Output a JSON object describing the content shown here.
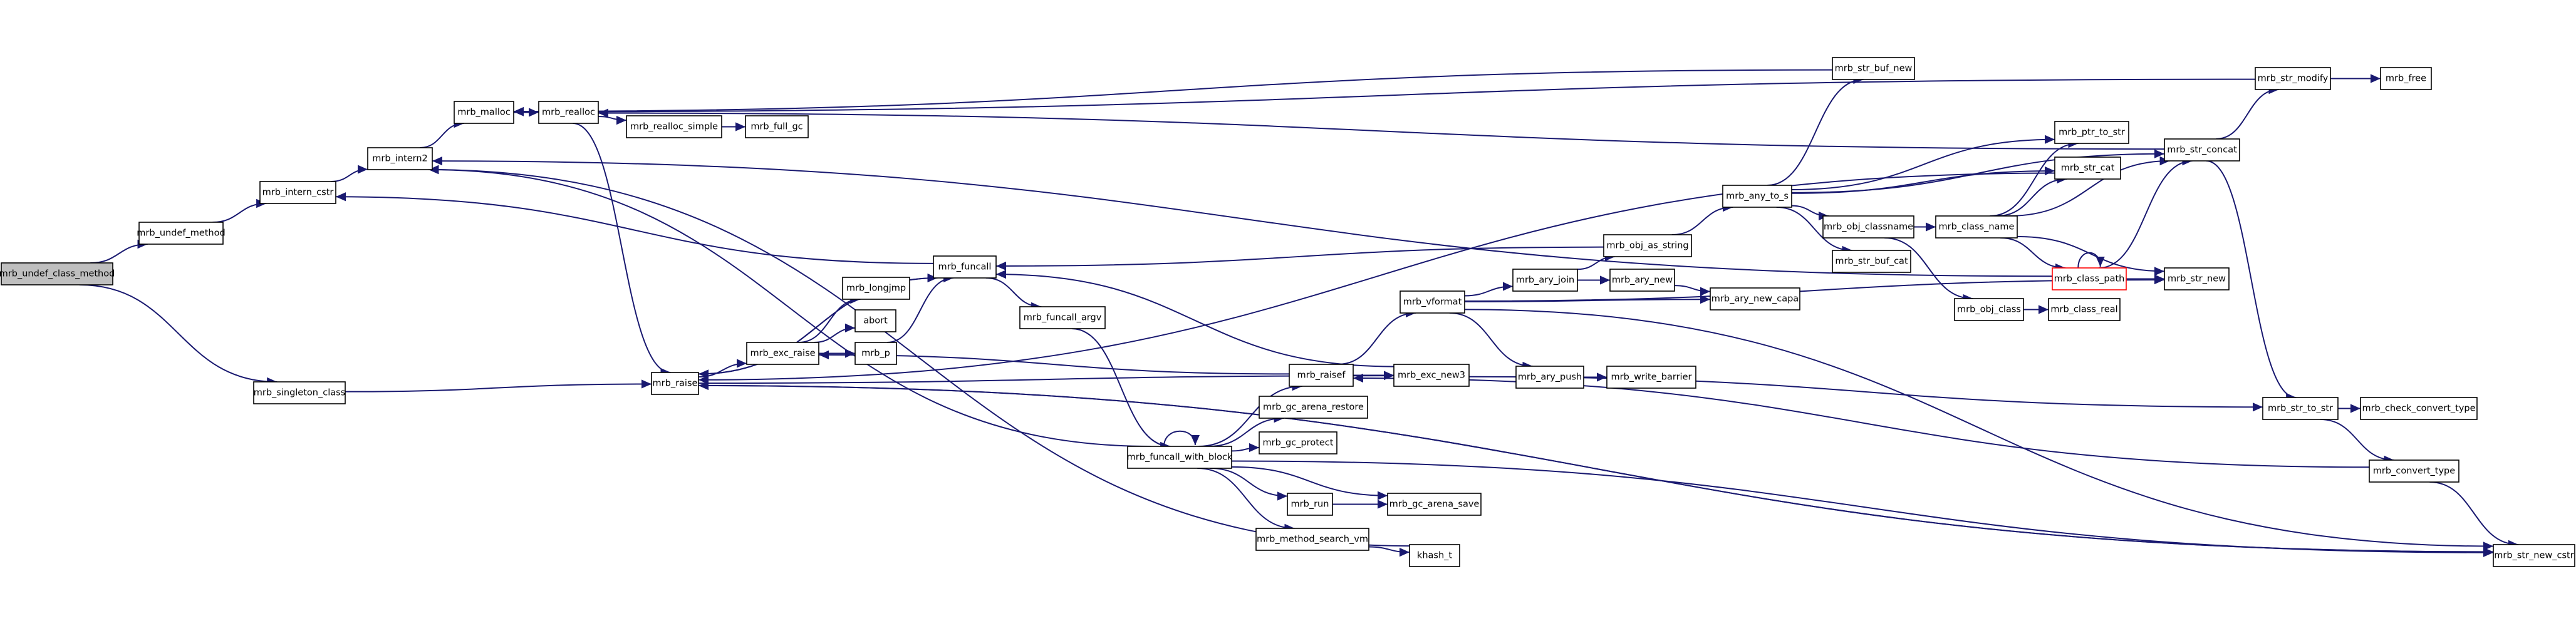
{
  "diagram": {
    "type": "call-graph",
    "colors": {
      "edge": "#191970",
      "node_border": "#000000",
      "root_fill": "#bfbfbf",
      "flagged_border": "#ff0000",
      "background": "#ffffff"
    },
    "nodes": [
      {
        "id": "mrb_undef_class_method",
        "label": "mrb_undef_class_method",
        "root": true
      },
      {
        "id": "mrb_undef_method",
        "label": "mrb_undef_method"
      },
      {
        "id": "mrb_singleton_class",
        "label": "mrb_singleton_class"
      },
      {
        "id": "mrb_intern_cstr",
        "label": "mrb_intern_cstr"
      },
      {
        "id": "mrb_raise",
        "label": "mrb_raise"
      },
      {
        "id": "mrb_intern2",
        "label": "mrb_intern2"
      },
      {
        "id": "mrb_malloc",
        "label": "mrb_malloc"
      },
      {
        "id": "mrb_realloc",
        "label": "mrb_realloc"
      },
      {
        "id": "mrb_realloc_simple",
        "label": "mrb_realloc_simple"
      },
      {
        "id": "mrb_full_gc",
        "label": "mrb_full_gc"
      },
      {
        "id": "mrb_exc_raise",
        "label": "mrb_exc_raise"
      },
      {
        "id": "mrb_longjmp",
        "label": "mrb_longjmp"
      },
      {
        "id": "abort",
        "label": "abort"
      },
      {
        "id": "mrb_p",
        "label": "mrb_p"
      },
      {
        "id": "mrb_funcall",
        "label": "mrb_funcall"
      },
      {
        "id": "mrb_funcall_argv",
        "label": "mrb_funcall_argv"
      },
      {
        "id": "mrb_exc_new3",
        "label": "mrb_exc_new3"
      },
      {
        "id": "mrb_raisef",
        "label": "mrb_raisef"
      },
      {
        "id": "mrb_funcall_with_block",
        "label": "mrb_funcall_with_block"
      },
      {
        "id": "mrb_gc_arena_restore",
        "label": "mrb_gc_arena_restore"
      },
      {
        "id": "mrb_gc_protect",
        "label": "mrb_gc_protect"
      },
      {
        "id": "mrb_run",
        "label": "mrb_run"
      },
      {
        "id": "mrb_gc_arena_save",
        "label": "mrb_gc_arena_save"
      },
      {
        "id": "mrb_method_search_vm",
        "label": "mrb_method_search_vm"
      },
      {
        "id": "khash_t",
        "label": "khash_t"
      },
      {
        "id": "mrb_vformat",
        "label": "mrb_vformat"
      },
      {
        "id": "mrb_ary_join",
        "label": "mrb_ary_join"
      },
      {
        "id": "mrb_ary_new",
        "label": "mrb_ary_new"
      },
      {
        "id": "mrb_ary_new_capa",
        "label": "mrb_ary_new_capa"
      },
      {
        "id": "mrb_ary_push",
        "label": "mrb_ary_push"
      },
      {
        "id": "mrb_write_barrier",
        "label": "mrb_write_barrier"
      },
      {
        "id": "mrb_obj_as_string",
        "label": "mrb_obj_as_string"
      },
      {
        "id": "mrb_any_to_s",
        "label": "mrb_any_to_s"
      },
      {
        "id": "mrb_str_buf_new",
        "label": "mrb_str_buf_new"
      },
      {
        "id": "mrb_obj_classname",
        "label": "mrb_obj_classname"
      },
      {
        "id": "mrb_str_buf_cat",
        "label": "mrb_str_buf_cat"
      },
      {
        "id": "mrb_obj_class",
        "label": "mrb_obj_class"
      },
      {
        "id": "mrb_class_real",
        "label": "mrb_class_real"
      },
      {
        "id": "mrb_class_name",
        "label": "mrb_class_name"
      },
      {
        "id": "mrb_class_path",
        "label": "mrb_class_path",
        "flagged": true
      },
      {
        "id": "mrb_str_new",
        "label": "mrb_str_new"
      },
      {
        "id": "mrb_ptr_to_str",
        "label": "mrb_ptr_to_str"
      },
      {
        "id": "mrb_str_cat",
        "label": "mrb_str_cat"
      },
      {
        "id": "mrb_str_concat",
        "label": "mrb_str_concat"
      },
      {
        "id": "mrb_str_modify",
        "label": "mrb_str_modify"
      },
      {
        "id": "mrb_free",
        "label": "mrb_free"
      },
      {
        "id": "mrb_str_to_str",
        "label": "mrb_str_to_str"
      },
      {
        "id": "mrb_check_convert_type",
        "label": "mrb_check_convert_type"
      },
      {
        "id": "mrb_convert_type",
        "label": "mrb_convert_type"
      },
      {
        "id": "mrb_str_new_cstr",
        "label": "mrb_str_new_cstr"
      }
    ],
    "edges": [
      [
        "mrb_undef_class_method",
        "mrb_undef_method"
      ],
      [
        "mrb_undef_class_method",
        "mrb_singleton_class"
      ],
      [
        "mrb_undef_method",
        "mrb_intern_cstr"
      ],
      [
        "mrb_intern_cstr",
        "mrb_intern2"
      ],
      [
        "mrb_intern2",
        "mrb_malloc"
      ],
      [
        "mrb_malloc",
        "mrb_realloc"
      ],
      [
        "mrb_realloc",
        "mrb_realloc_simple"
      ],
      [
        "mrb_realloc_simple",
        "mrb_full_gc"
      ],
      [
        "mrb_realloc",
        "mrb_raise"
      ],
      [
        "mrb_singleton_class",
        "mrb_raise"
      ],
      [
        "mrb_raise",
        "mrb_exc_raise"
      ],
      [
        "mrb_raise",
        "mrb_funcall"
      ],
      [
        "mrb_raise",
        "mrb_exc_new3"
      ],
      [
        "mrb_exc_raise",
        "mrb_longjmp"
      ],
      [
        "mrb_exc_raise",
        "abort"
      ],
      [
        "mrb_exc_raise",
        "mrb_p"
      ],
      [
        "mrb_p",
        "mrb_funcall"
      ],
      [
        "mrb_funcall",
        "mrb_intern_cstr"
      ],
      [
        "mrb_funcall",
        "mrb_raise"
      ],
      [
        "mrb_funcall",
        "mrb_funcall_argv"
      ],
      [
        "mrb_funcall_argv",
        "mrb_funcall_with_block"
      ],
      [
        "mrb_raise",
        "mrb_str_new_cstr"
      ],
      [
        "mrb_exc_new3",
        "mrb_funcall"
      ],
      [
        "mrb_exc_new3",
        "mrb_str_to_str"
      ],
      [
        "mrb_raisef",
        "mrb_vformat"
      ],
      [
        "mrb_raisef",
        "mrb_exc_new3"
      ],
      [
        "mrb_raisef",
        "mrb_exc_raise"
      ],
      [
        "mrb_funcall_with_block",
        "mrb_funcall_with_block"
      ],
      [
        "mrb_funcall_with_block",
        "mrb_intern2"
      ],
      [
        "mrb_funcall_with_block",
        "mrb_raisef"
      ],
      [
        "mrb_funcall_with_block",
        "mrb_gc_arena_restore"
      ],
      [
        "mrb_funcall_with_block",
        "mrb_gc_protect"
      ],
      [
        "mrb_funcall_with_block",
        "mrb_run"
      ],
      [
        "mrb_funcall_with_block",
        "mrb_gc_arena_save"
      ],
      [
        "mrb_funcall_with_block",
        "mrb_method_search_vm"
      ],
      [
        "mrb_funcall_with_block",
        "mrb_str_new_cstr"
      ],
      [
        "mrb_run",
        "mrb_gc_arena_save"
      ],
      [
        "mrb_method_search_vm",
        "khash_t"
      ],
      [
        "khash_t",
        "mrb_intern2"
      ],
      [
        "mrb_vformat",
        "mrb_ary_join"
      ],
      [
        "mrb_vformat",
        "mrb_ary_new_capa"
      ],
      [
        "mrb_vformat",
        "mrb_ary_push"
      ],
      [
        "mrb_vformat",
        "mrb_str_new"
      ],
      [
        "mrb_vformat",
        "mrb_str_new_cstr"
      ],
      [
        "mrb_ary_join",
        "mrb_ary_new"
      ],
      [
        "mrb_ary_join",
        "mrb_obj_as_string"
      ],
      [
        "mrb_ary_new",
        "mrb_ary_new_capa"
      ],
      [
        "mrb_ary_push",
        "mrb_write_barrier"
      ],
      [
        "mrb_obj_as_string",
        "mrb_funcall"
      ],
      [
        "mrb_obj_as_string",
        "mrb_any_to_s"
      ],
      [
        "mrb_any_to_s",
        "mrb_str_buf_new"
      ],
      [
        "mrb_any_to_s",
        "mrb_obj_classname"
      ],
      [
        "mrb_any_to_s",
        "mrb_str_buf_cat"
      ],
      [
        "mrb_any_to_s",
        "mrb_ptr_to_str"
      ],
      [
        "mrb_any_to_s",
        "mrb_str_cat"
      ],
      [
        "mrb_any_to_s",
        "mrb_str_concat"
      ],
      [
        "mrb_str_buf_new",
        "mrb_malloc"
      ],
      [
        "mrb_obj_classname",
        "mrb_class_name"
      ],
      [
        "mrb_obj_classname",
        "mrb_obj_class"
      ],
      [
        "mrb_obj_class",
        "mrb_class_real"
      ],
      [
        "mrb_class_name",
        "mrb_class_path"
      ],
      [
        "mrb_class_name",
        "mrb_str_new"
      ],
      [
        "mrb_class_name",
        "mrb_ptr_to_str"
      ],
      [
        "mrb_class_name",
        "mrb_str_cat"
      ],
      [
        "mrb_class_name",
        "mrb_str_concat"
      ],
      [
        "mrb_class_path",
        "mrb_class_path"
      ],
      [
        "mrb_class_path",
        "mrb_intern2"
      ],
      [
        "mrb_class_path",
        "mrb_str_new"
      ],
      [
        "mrb_class_path",
        "mrb_str_concat"
      ],
      [
        "mrb_str_cat",
        "mrb_raise"
      ],
      [
        "mrb_str_concat",
        "mrb_str_modify"
      ],
      [
        "mrb_str_concat",
        "mrb_str_to_str"
      ],
      [
        "mrb_str_concat",
        "mrb_realloc"
      ],
      [
        "mrb_str_modify",
        "mrb_free"
      ],
      [
        "mrb_str_modify",
        "mrb_malloc"
      ],
      [
        "mrb_str_to_str",
        "mrb_check_convert_type"
      ],
      [
        "mrb_str_to_str",
        "mrb_convert_type"
      ],
      [
        "mrb_convert_type",
        "mrb_raisef"
      ],
      [
        "mrb_convert_type",
        "mrb_str_new_cstr"
      ],
      [
        "mrb_str_new_cstr",
        "mrb_raise"
      ]
    ]
  }
}
